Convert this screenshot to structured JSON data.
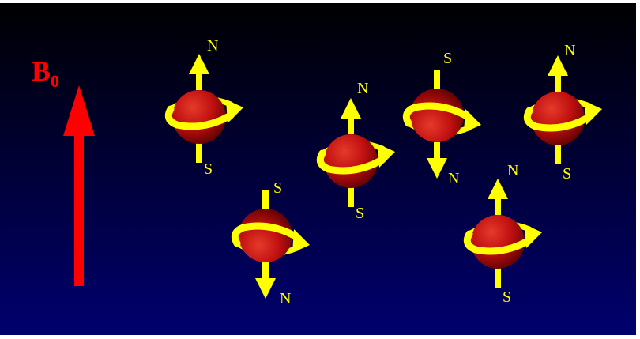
{
  "field": {
    "label_main": "B",
    "label_sub": "0",
    "color": "#ff0000"
  },
  "colors": {
    "background_top": "#000000",
    "background_bottom": "#00006e",
    "spin_arrow": "#ffff00",
    "sphere": "#c01010",
    "pole_label": "#ffff00"
  },
  "pole_labels": {
    "north": "N",
    "south": "S"
  },
  "nuclei": [
    {
      "id": "nucleus-1",
      "orientation": "north-up"
    },
    {
      "id": "nucleus-2",
      "orientation": "north-down"
    },
    {
      "id": "nucleus-3",
      "orientation": "north-up"
    },
    {
      "id": "nucleus-4",
      "orientation": "north-down"
    },
    {
      "id": "nucleus-5",
      "orientation": "north-up"
    },
    {
      "id": "nucleus-6",
      "orientation": "north-up"
    }
  ]
}
